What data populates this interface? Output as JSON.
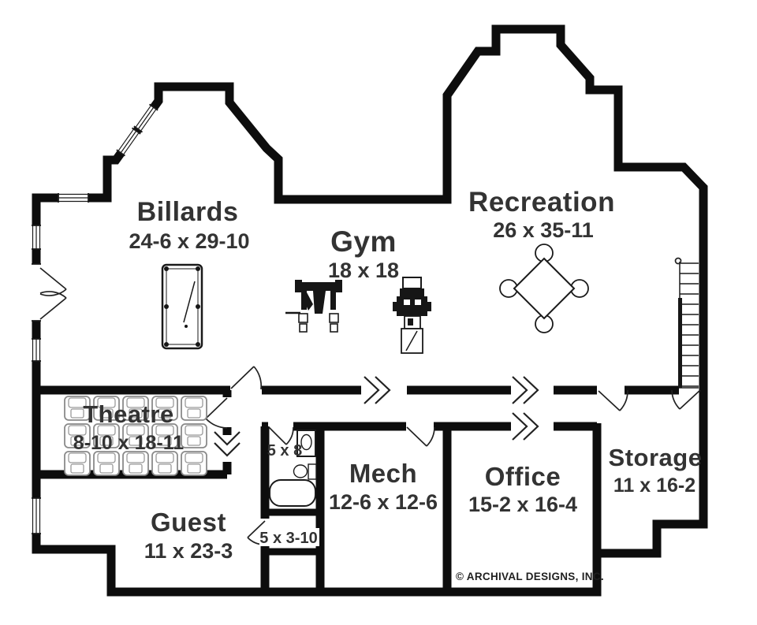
{
  "colors": {
    "wall": "#0d0d0d",
    "label_text": "#333333",
    "seat_outline": "#8a8a8a",
    "background": "#ffffff"
  },
  "rooms": {
    "billards": {
      "name": "Billards",
      "dims": "24-6 x 29-10"
    },
    "gym": {
      "name": "Gym",
      "dims": "18 x 18"
    },
    "recreation": {
      "name": "Recreation",
      "dims": "26 x 35-11"
    },
    "theatre": {
      "name": "Theatre",
      "dims": "8-10 x 18-11"
    },
    "storage": {
      "name": "Storage",
      "dims": "11 x 16-2"
    },
    "mech": {
      "name": "Mech",
      "dims": "12-6 x 12-6"
    },
    "office": {
      "name": "Office",
      "dims": "15-2 x 16-4"
    },
    "guest": {
      "name": "Guest",
      "dims": "11 x 23-3"
    },
    "bath": {
      "dims": "5 x 8"
    },
    "closet": {
      "dims": "5 x 3-10"
    }
  },
  "footer": {
    "copyright": "© ARCHIVAL DESIGNS, INC."
  }
}
